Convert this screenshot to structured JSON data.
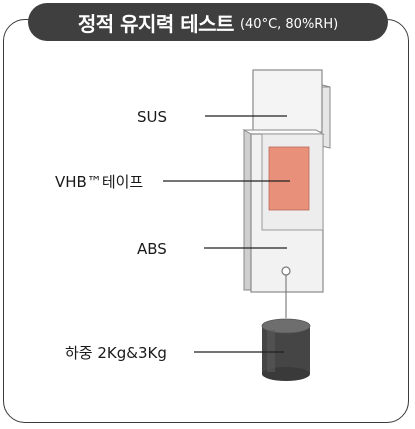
{
  "title": {
    "main": "정적 유지력 테스트",
    "conditions": "(40°C, 80%RH)"
  },
  "labels": {
    "sus": "SUS",
    "vhb_tape": "VHB™테이프",
    "abs": "ABS",
    "load": "하중 2Kg&3Kg"
  },
  "colors": {
    "title_background": "#3f3f3f",
    "tape": "#e8907a",
    "weight": "#444444",
    "plate": "#f4f4f4"
  }
}
